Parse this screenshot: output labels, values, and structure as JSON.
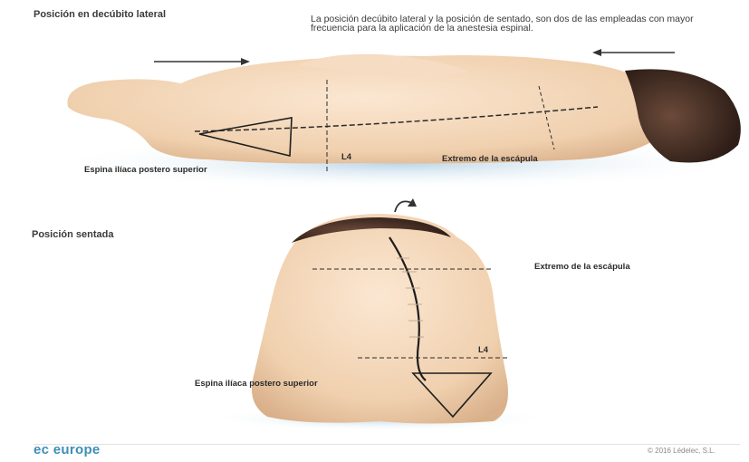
{
  "section_lateral": {
    "title": "Posición en decúbito lateral",
    "description": "La posición decúbito lateral y la posición de sentado, son dos de las empleadas con mayor frecuencia para la aplicación de la anestesia espinal.",
    "labels": {
      "iliac": "Espina ilíaca  postero superior",
      "l4": "L4",
      "scapula": "Extremo de la escápula"
    }
  },
  "section_seated": {
    "title": "Posición sentada",
    "labels": {
      "scapula": "Extremo de la escápula",
      "l4": "L4",
      "iliac": "Espina ilíaca  postero superior"
    }
  },
  "footer": {
    "brand": "ec europe",
    "copyright": "© 2016 Lédelec, S.L."
  },
  "colors": {
    "skin": "#f2d6b8",
    "hair": "#4a3328",
    "accent": "#3d8fb8"
  }
}
